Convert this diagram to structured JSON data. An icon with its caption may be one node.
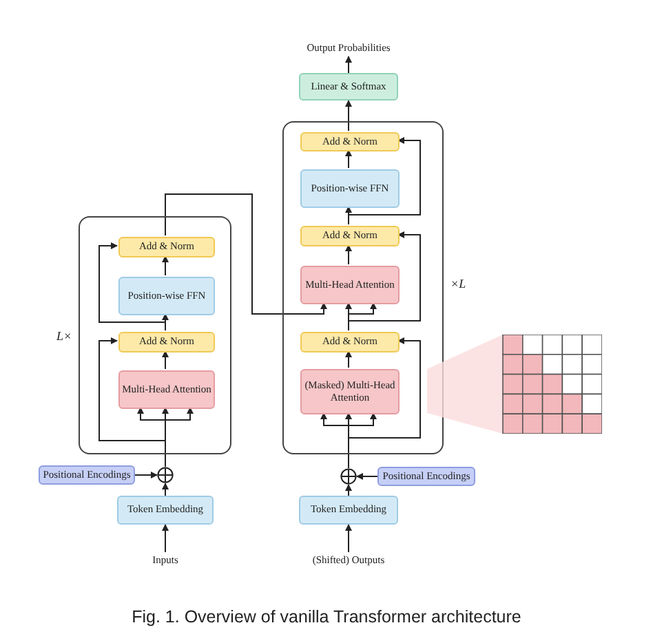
{
  "diagram": {
    "caption": "Fig. 1. Overview of vanilla Transformer architecture",
    "nodes": [
      {
        "text": [
          "Inputs"
        ]
      },
      {
        "text": [
          "Token Embedding"
        ]
      },
      {
        "text": [
          "Positional Encodings"
        ]
      },
      {
        "text": [],
        "shape": "circle"
      },
      {
        "text": [
          "L×"
        ]
      },
      {
        "text": [
          "Multi-Head Attention"
        ],
        "in": 4
      },
      {
        "text": [
          "Add & Norm"
        ],
        "in": 4
      },
      {
        "text": [
          "Position-wise FFN"
        ],
        "in": 4
      },
      {
        "text": [
          "Add & Norm"
        ],
        "in": 4
      },
      {
        "text": [
          "(Shifted) Outputs"
        ]
      },
      {
        "text": [
          "Token Embedding"
        ]
      },
      {
        "text": [
          "Positional Encodings"
        ]
      },
      {
        "text": [],
        "shape": "circle"
      },
      {
        "text": [
          "×L"
        ]
      },
      {
        "text": [
          "(Masked) Multi-Head Attention"
        ],
        "in": 13
      },
      {
        "text": [
          "Add & Norm"
        ],
        "in": 13
      },
      {
        "text": [
          "Multi-Head Attention"
        ],
        "in": 13
      },
      {
        "text": [
          "Add & Norm"
        ],
        "in": 13
      },
      {
        "text": [
          "Position-wise FFN"
        ],
        "in": 13
      },
      {
        "text": [
          "Add & Norm"
        ],
        "in": 13
      },
      {
        "text": [
          "Linear & Softmax"
        ]
      },
      {
        "text": [
          "Output Probabilities"
        ]
      },
      {
        "text": [],
        "shape": "grid"
      }
    ],
    "edges": [
      {
        "from": 0,
        "to": 1,
        "arrow": "to"
      },
      {
        "from": 1,
        "to": 3,
        "arrow": "to"
      },
      {
        "from": 2,
        "to": 3,
        "arrow": "to"
      },
      {
        "from": 3,
        "to": 5,
        "arrow": "to"
      },
      {
        "from": 3,
        "to": 6,
        "arrow": "to"
      },
      {
        "from": 5,
        "to": 6,
        "arrow": "to"
      },
      {
        "from": 6,
        "to": 7,
        "arrow": "to"
      },
      {
        "from": 6,
        "to": 8,
        "arrow": "to"
      },
      {
        "from": 7,
        "to": 8,
        "arrow": "to"
      },
      {
        "from": 8,
        "to": 16,
        "arrow": "to"
      },
      {
        "from": 9,
        "to": 10,
        "arrow": "to"
      },
      {
        "from": 10,
        "to": 12,
        "arrow": "to"
      },
      {
        "from": 11,
        "to": 12,
        "arrow": "to"
      },
      {
        "from": 12,
        "to": 14,
        "arrow": "to"
      },
      {
        "from": 12,
        "to": 15,
        "arrow": "to"
      },
      {
        "from": 14,
        "to": 15,
        "arrow": "to"
      },
      {
        "from": 15,
        "to": 16,
        "arrow": "to"
      },
      {
        "from": 15,
        "to": 17,
        "arrow": "to"
      },
      {
        "from": 16,
        "to": 17,
        "arrow": "to"
      },
      {
        "from": 17,
        "to": 18,
        "arrow": "to"
      },
      {
        "from": 17,
        "to": 19,
        "arrow": "to"
      },
      {
        "from": 18,
        "to": 19,
        "arrow": "to"
      },
      {
        "from": 19,
        "to": 20,
        "arrow": "to"
      },
      {
        "from": 20,
        "to": 21,
        "arrow": "to"
      }
    ]
  }
}
